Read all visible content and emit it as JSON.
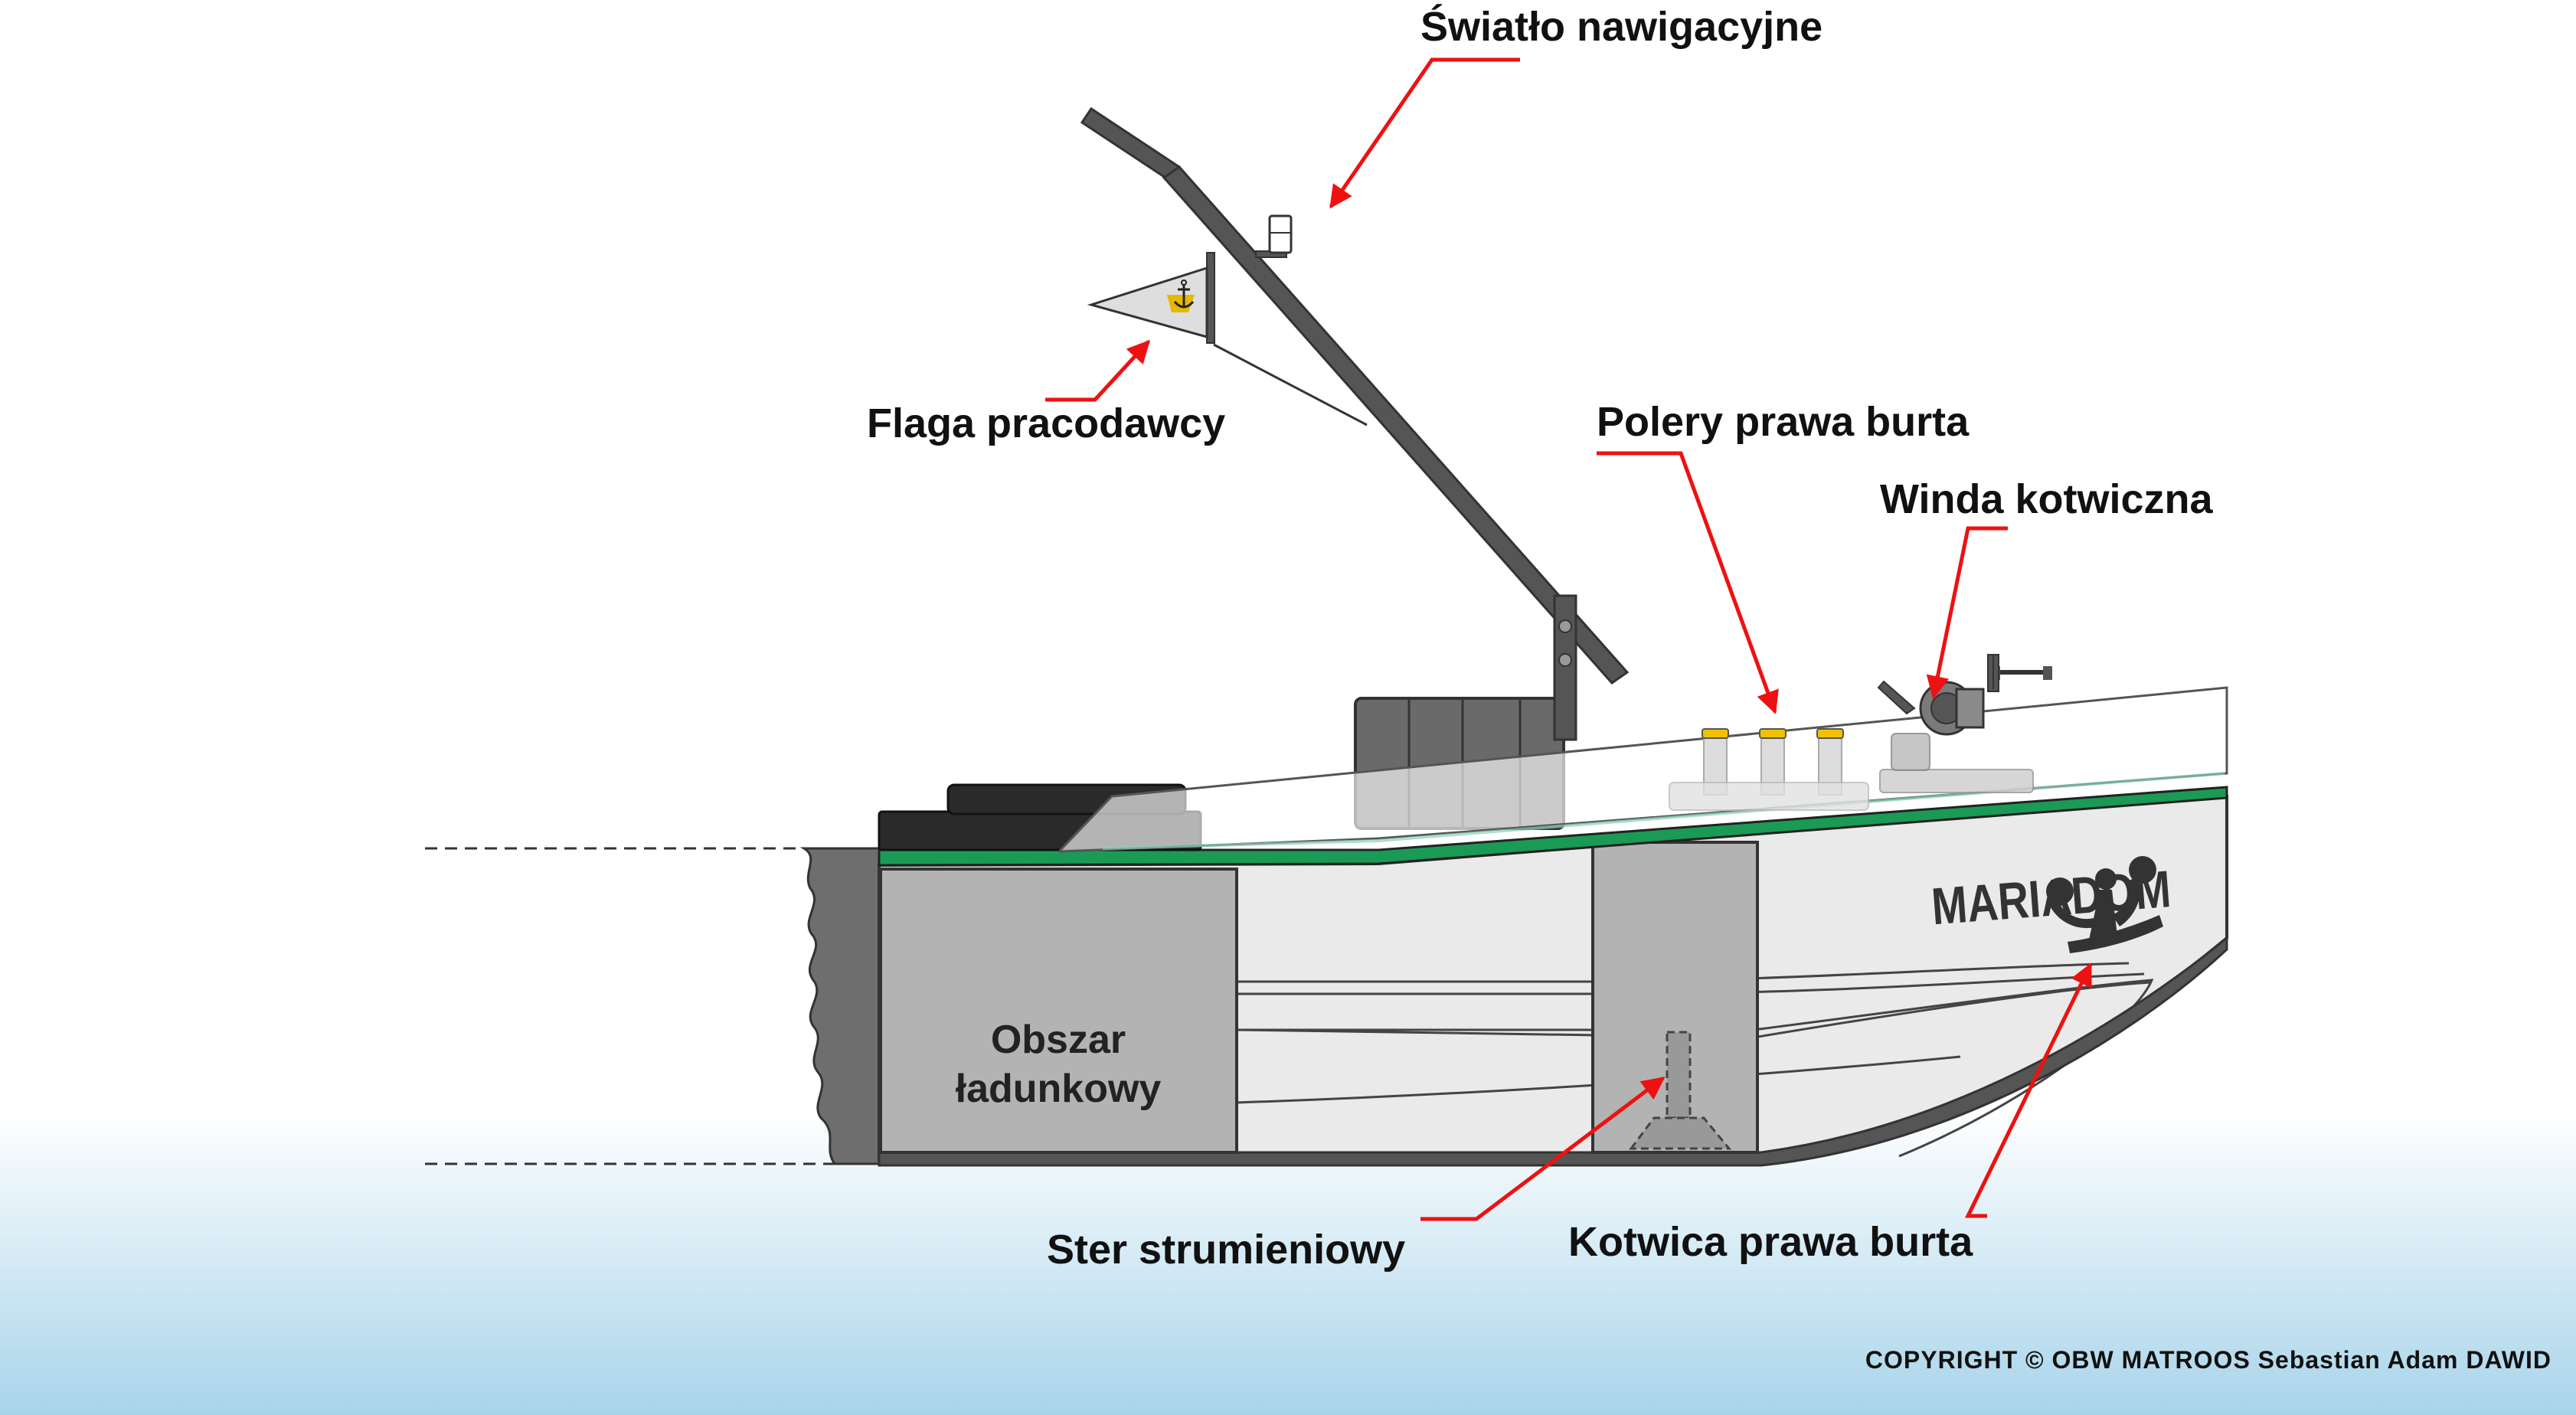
{
  "labels": {
    "nav_light": "Światło nawigacyjne",
    "employer_flag": "Flaga pracodawcy",
    "bollards": "Polery prawa burta",
    "windlass": "Winda kotwiczna",
    "cargo_line1": "Obszar",
    "cargo_line2": "ładunkowy",
    "bow_thruster": "Ster strumieniowy",
    "anchor": "Kotwica prawa burta"
  },
  "ship_name": "MARIADOM",
  "copyright": "COPYRIGHT © OBW MATROOS Sebastian Adam DAWID",
  "colors": {
    "arrow": "#ee1111",
    "deck_stripe": "#1a9a55",
    "hull": "#e9eae9",
    "hull_dark": "#b3b3b3",
    "mast": "#555555",
    "water_top": "#ffffff",
    "water_bottom": "#a8d4ea",
    "bollard_cap": "#f2c200"
  }
}
